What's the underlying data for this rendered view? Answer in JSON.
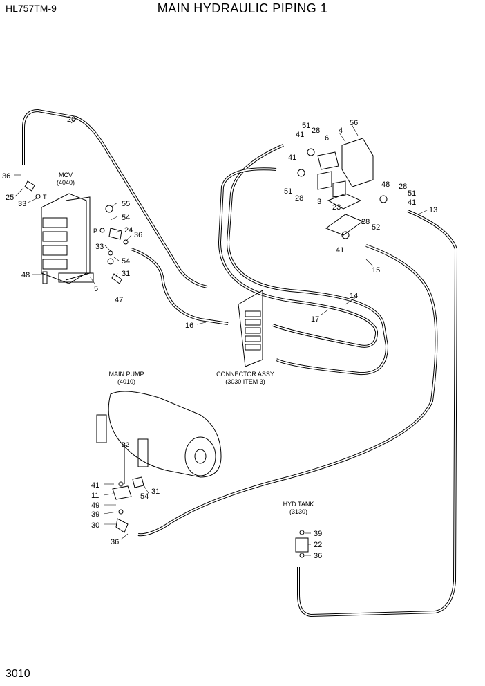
{
  "header": {
    "model": "HL757TM-9",
    "title": "MAIN HYDRAULIC PIPING 1"
  },
  "page_number": "3010",
  "components": {
    "mcv": {
      "name": "MCV",
      "ref": "(4040)"
    },
    "connector": {
      "name": "CONNECTOR ASSY",
      "ref": "(3030 ITEM 3)"
    },
    "pump": {
      "name": "MAIN PUMP",
      "ref": "(4010)"
    },
    "tank": {
      "name": "HYD TANK",
      "ref": "(3130)"
    },
    "pump_port": "B2",
    "mcv_port_p": "P",
    "mcv_port_t": "T"
  },
  "callouts": [
    "20",
    "36",
    "25",
    "33",
    "55",
    "54",
    "24",
    "36",
    "33",
    "54",
    "31",
    "47",
    "48",
    "5",
    "16",
    "51",
    "41",
    "28",
    "4",
    "56",
    "6",
    "41",
    "51",
    "28",
    "3",
    "23",
    "48",
    "28",
    "51",
    "41",
    "13",
    "28",
    "52",
    "41",
    "15",
    "14",
    "17",
    "41",
    "11",
    "49",
    "39",
    "30",
    "36",
    "54",
    "31",
    "39",
    "22",
    "36"
  ],
  "colors": {
    "line": "#000000",
    "background": "#ffffff"
  }
}
